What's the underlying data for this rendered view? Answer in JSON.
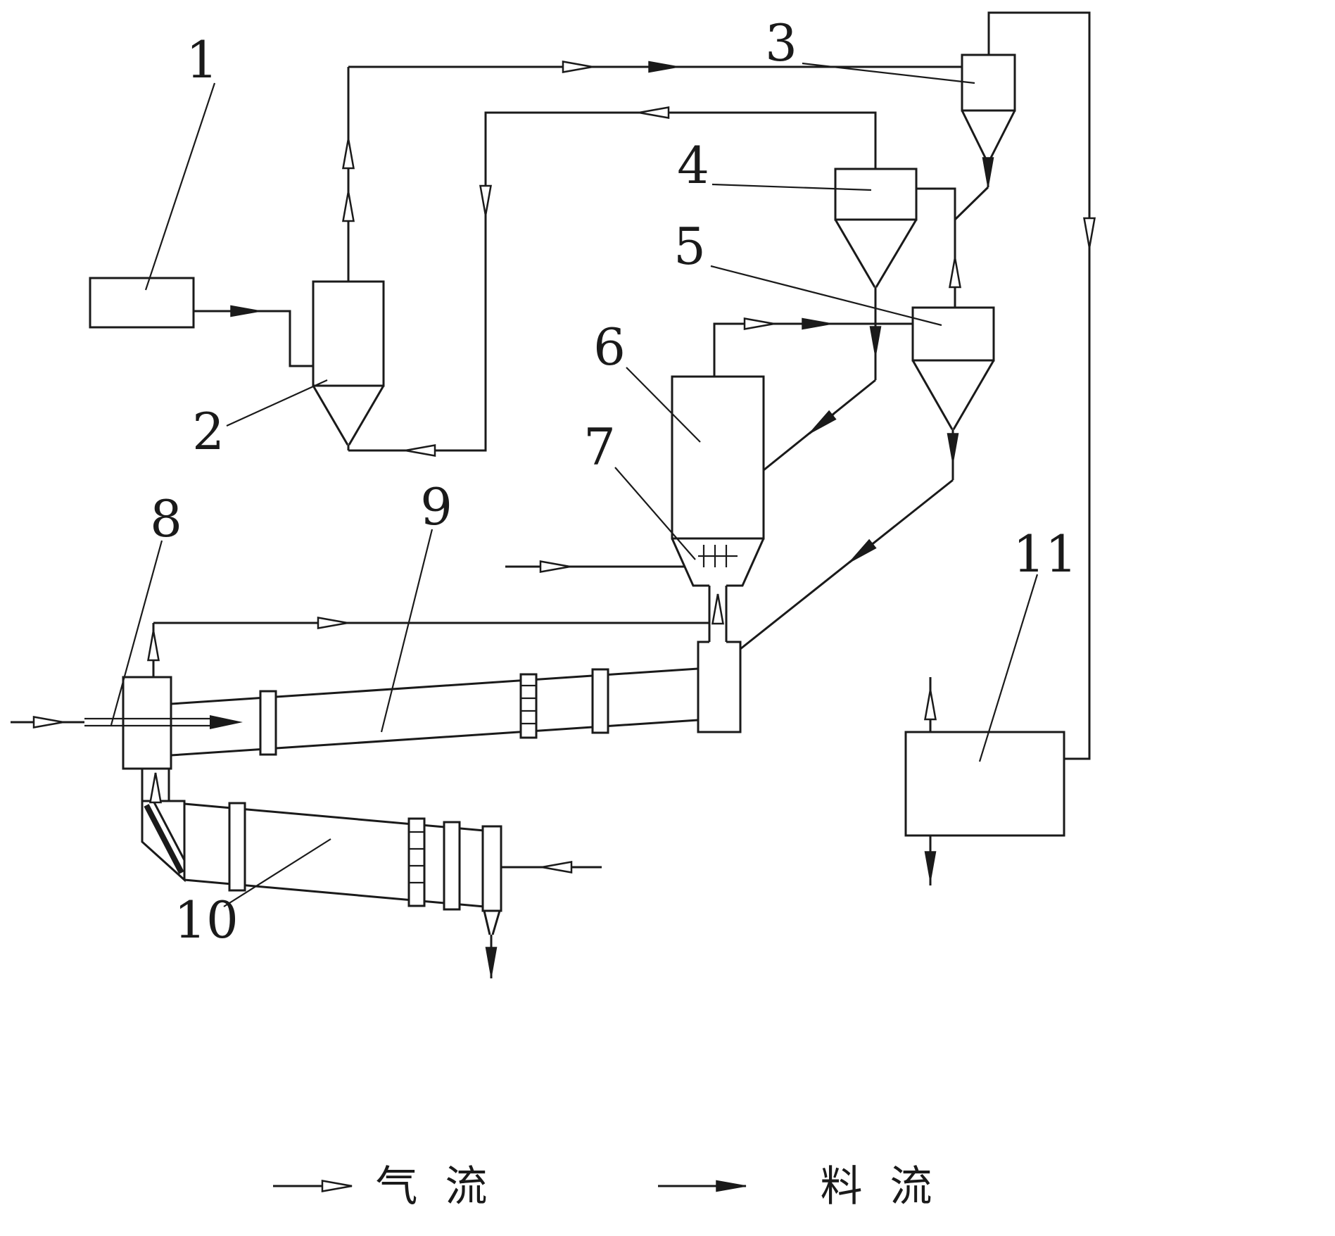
{
  "figure": {
    "labels": {
      "n1": "1",
      "n2": "2",
      "n3": "3",
      "n4": "4",
      "n5": "5",
      "n6": "6",
      "n7": "7",
      "n8": "8",
      "n9": "9",
      "n10": "10",
      "n11": "11"
    },
    "legend": {
      "gas": "气 流",
      "material": "料 流"
    },
    "colors": {
      "line": "#1a1a1a",
      "background": "#ffffff"
    }
  }
}
